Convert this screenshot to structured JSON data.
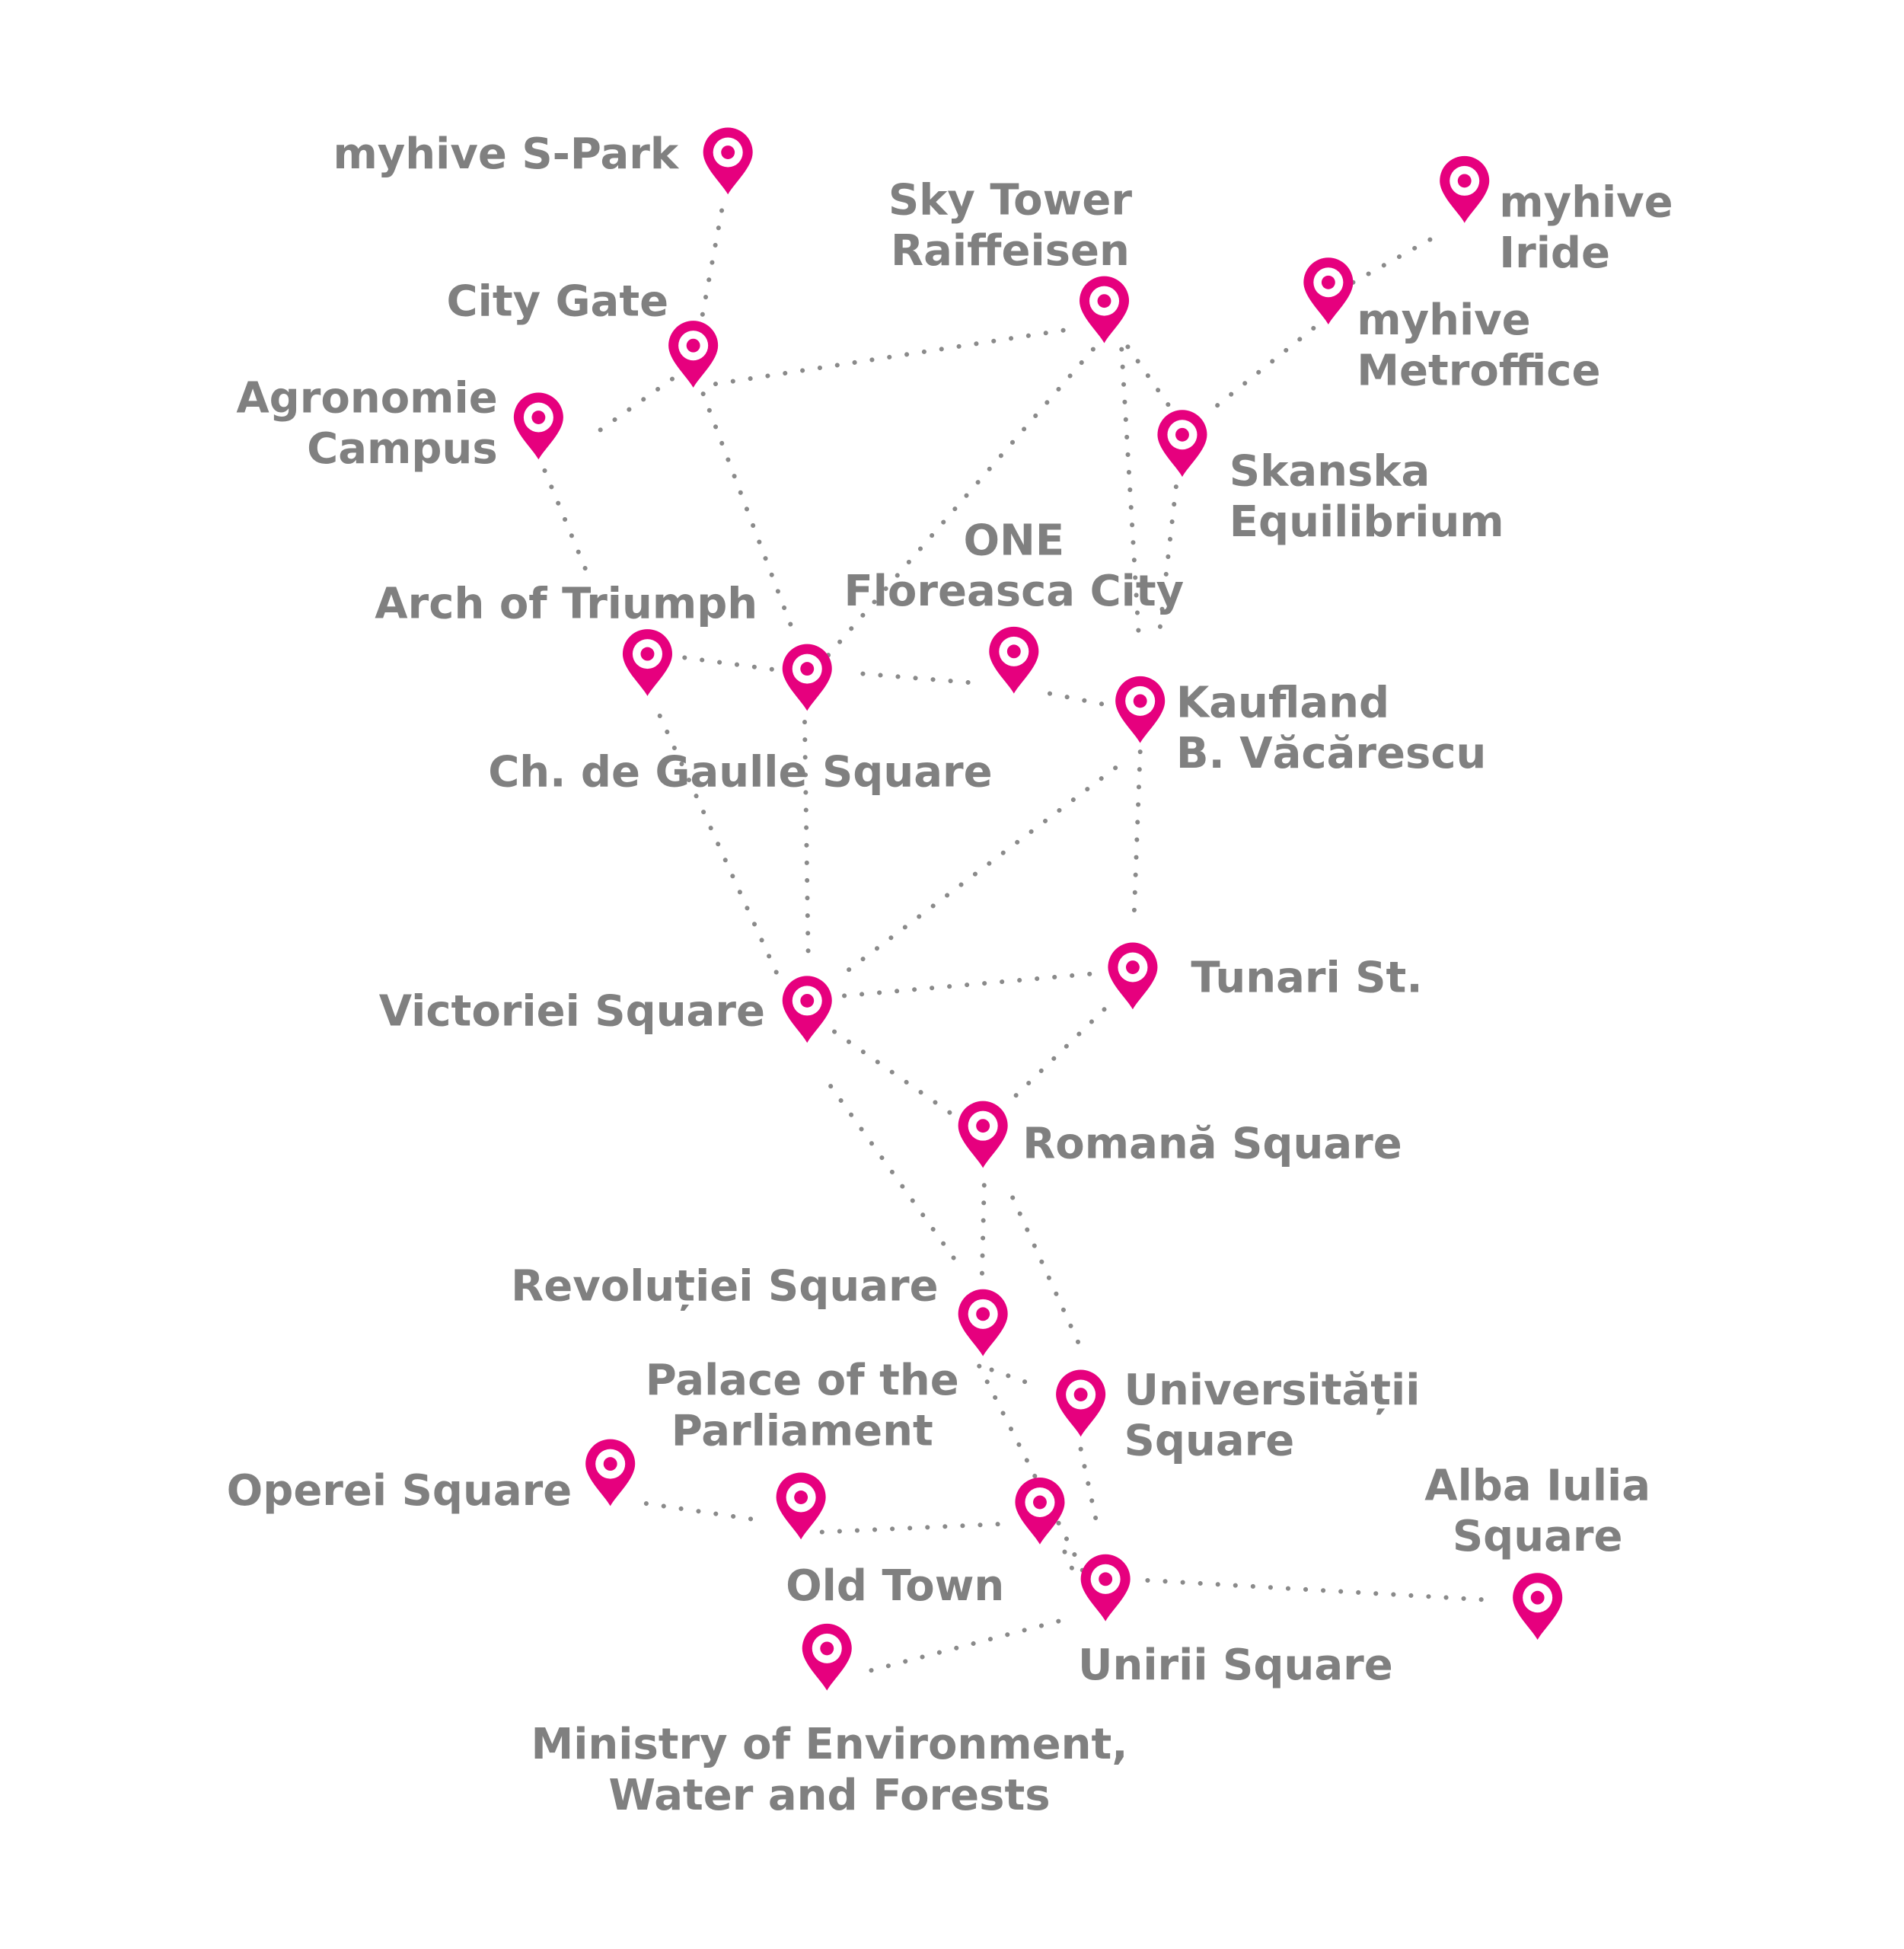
{
  "colors": {
    "pin": "#e6007e",
    "route": "#8a8a8a",
    "label": "#808080",
    "background": "#ffffff"
  },
  "locations": [
    {
      "id": "myhive-s-park",
      "lines": [
        "myhive S-Park"
      ]
    },
    {
      "id": "sky-tower-raiffeisen",
      "lines": [
        "Sky Tower",
        "Raiffeisen"
      ]
    },
    {
      "id": "myhive-iride",
      "lines": [
        "myhive",
        "Iride"
      ]
    },
    {
      "id": "city-gate",
      "lines": [
        "City Gate"
      ]
    },
    {
      "id": "myhive-metroffice",
      "lines": [
        "myhive",
        "Metroffice"
      ]
    },
    {
      "id": "agronomie-campus",
      "lines": [
        "Agronomie",
        "Campus"
      ]
    },
    {
      "id": "skanska-equilibrium",
      "lines": [
        "Skanska",
        "Equilibrium"
      ]
    },
    {
      "id": "one-floreasca-city",
      "lines": [
        "ONE",
        "Floreasca City"
      ]
    },
    {
      "id": "arch-of-triumph",
      "lines": [
        "Arch of Triumph"
      ]
    },
    {
      "id": "ch-de-gaulle-square",
      "lines": [
        "Ch. de Gaulle Square"
      ]
    },
    {
      "id": "kaufland-b-vacarescu",
      "lines": [
        "Kaufland",
        "B. Văcărescu"
      ]
    },
    {
      "id": "tunari-st",
      "lines": [
        "Tunari St."
      ]
    },
    {
      "id": "victoriei-square",
      "lines": [
        "Victoriei Square"
      ]
    },
    {
      "id": "romana-square",
      "lines": [
        "Romană Square"
      ]
    },
    {
      "id": "revolutiei-square",
      "lines": [
        "Revoluției Square"
      ]
    },
    {
      "id": "palace-of-the-parliament",
      "lines": [
        "Palace of the",
        "Parliament"
      ]
    },
    {
      "id": "universitatii-square",
      "lines": [
        "Universității",
        "Square"
      ]
    },
    {
      "id": "operei-square",
      "lines": [
        "Operei Square"
      ]
    },
    {
      "id": "alba-iulia-square",
      "lines": [
        "Alba Iulia",
        "Square"
      ]
    },
    {
      "id": "old-town",
      "lines": [
        "Old Town"
      ]
    },
    {
      "id": "unirii-square",
      "lines": [
        "Unirii Square"
      ]
    },
    {
      "id": "ministry-of-environment",
      "lines": [
        "Ministry of Environment,",
        "Water and Forests"
      ]
    }
  ]
}
